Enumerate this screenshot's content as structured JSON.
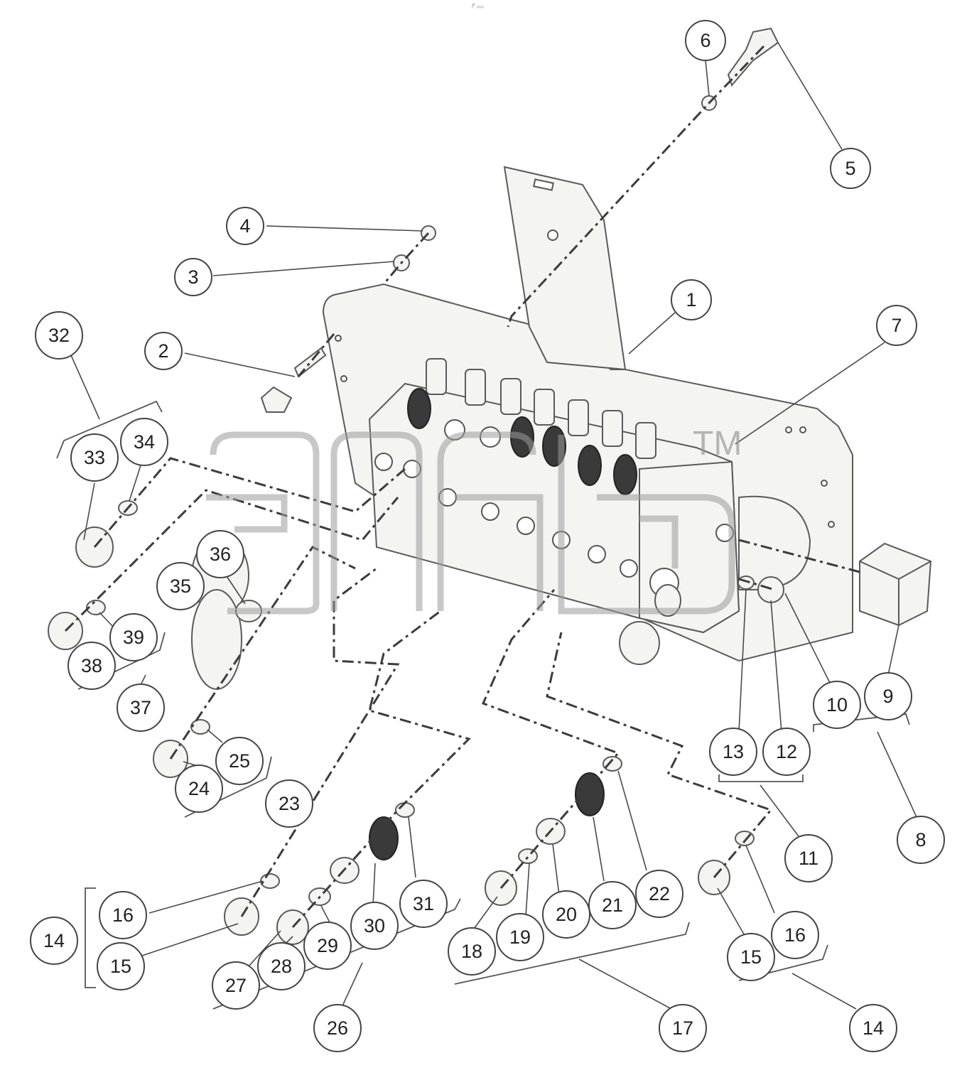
{
  "header": {
    "caption": "ᵢᴾ ₀₀₀"
  },
  "watermark": {
    "mark": "TM"
  },
  "callouts": [
    "6",
    "5",
    "4",
    "3",
    "1",
    "7",
    "2",
    "32",
    "33",
    "34",
    "36",
    "35",
    "39",
    "38",
    "37",
    "25",
    "24",
    "23",
    "31",
    "30",
    "22",
    "21",
    "20",
    "19",
    "18",
    "16",
    "15",
    "14",
    "29",
    "28",
    "27",
    "26",
    "17",
    "16",
    "15",
    "14",
    "13",
    "12",
    "11",
    "10",
    "9",
    "8"
  ]
}
